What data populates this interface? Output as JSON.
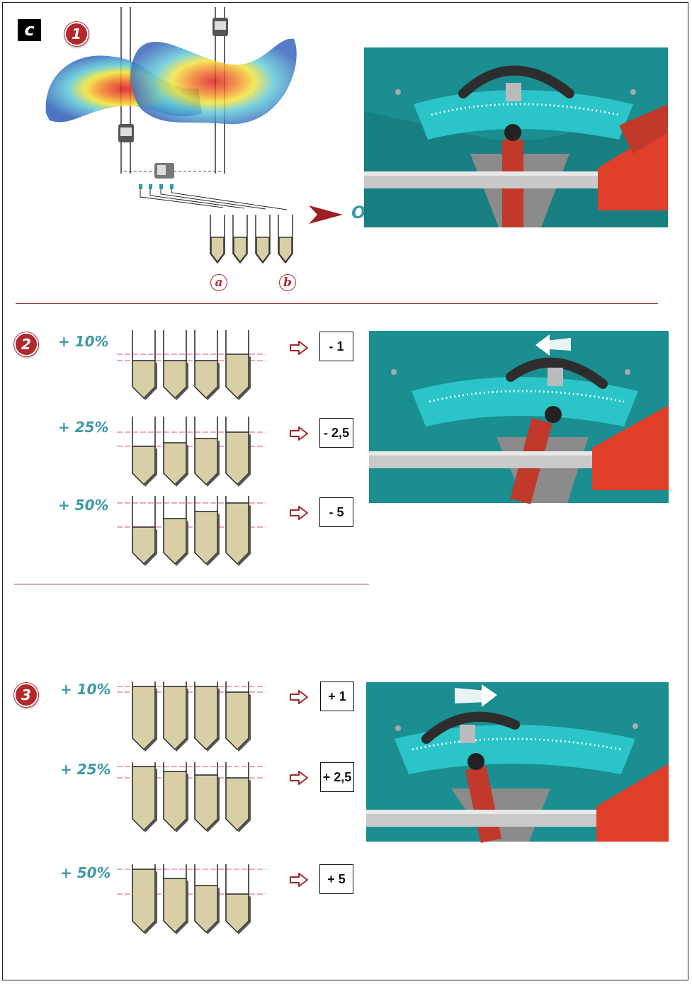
{
  "section_c": {
    "badge": "c"
  },
  "step1": {
    "badge": "1",
    "ok_label": "OK",
    "label_a": "a",
    "label_b": "b"
  },
  "step2": {
    "badge": "2",
    "rows": [
      {
        "pct": "+ 10%",
        "adjust": "- 1"
      },
      {
        "pct": "+ 25%",
        "adjust": "- 2,5"
      },
      {
        "pct": "+ 50%",
        "adjust": "- 5"
      }
    ]
  },
  "step3": {
    "badge": "3",
    "rows": [
      {
        "pct": "+ 10%",
        "adjust": "+ 1"
      },
      {
        "pct": "+ 25%",
        "adjust": "+ 2,5"
      },
      {
        "pct": "+ 50%",
        "adjust": "+ 5"
      }
    ]
  },
  "colors": {
    "teal": "#3d9aa5",
    "dark_red": "#b3282d",
    "machine_teal": "#1b8f91",
    "sand": "#d9cfa6"
  },
  "icons": [
    "arrow-right-icon",
    "tractor-icon",
    "spread-pattern-icon",
    "test-tube-icon",
    "rotate-left-icon",
    "rotate-right-icon"
  ]
}
